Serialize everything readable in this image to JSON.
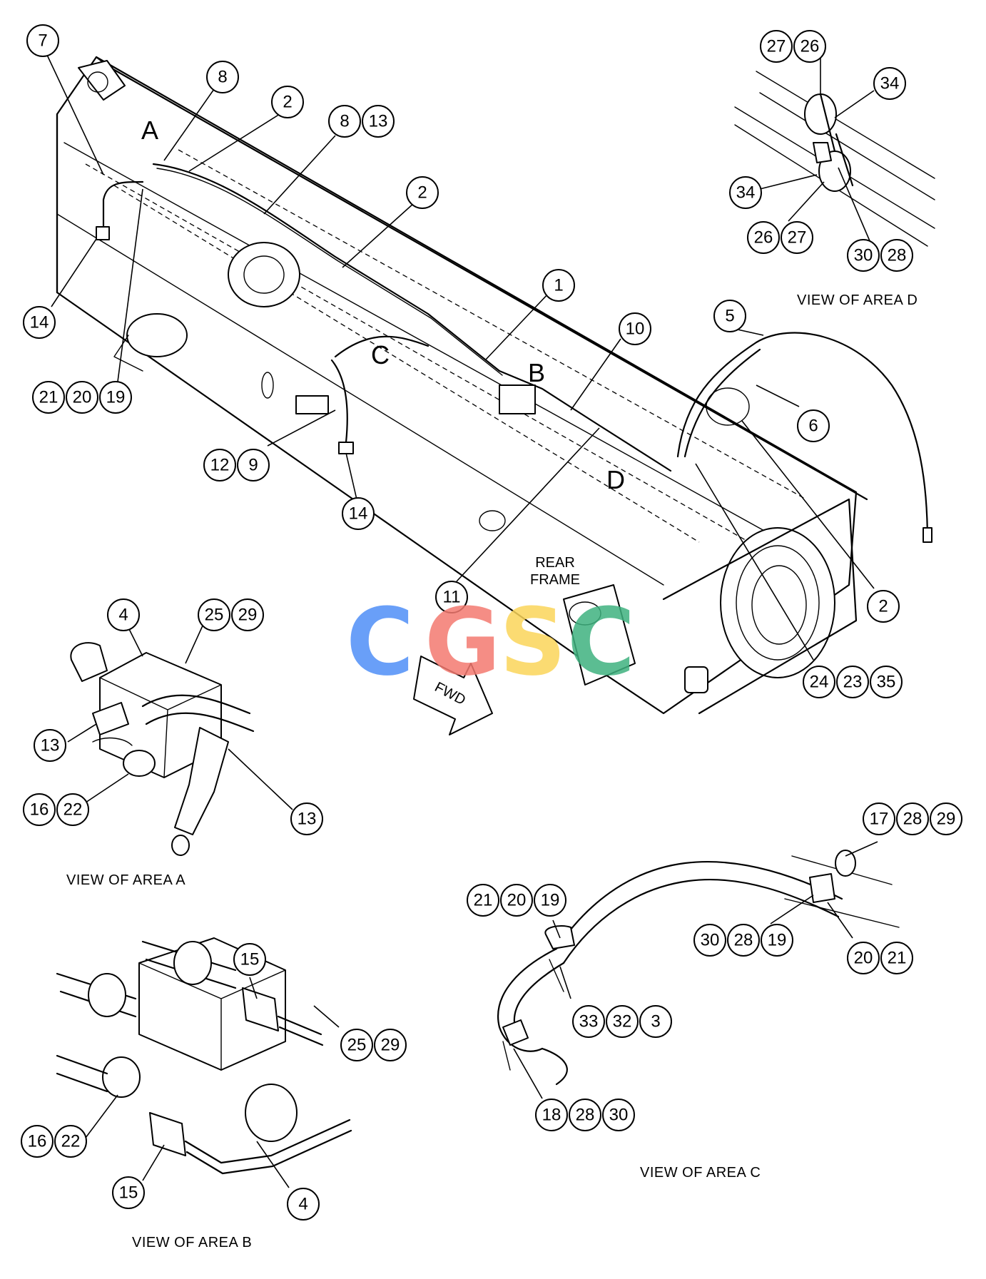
{
  "captions": {
    "area_a": "VIEW OF AREA A",
    "area_b": "VIEW OF AREA B",
    "area_c": "VIEW OF AREA C",
    "area_d": "VIEW OF AREA D"
  },
  "area_letters": {
    "a": "A",
    "b": "B",
    "c": "C",
    "d": "D"
  },
  "frame_label": {
    "line1": "REAR",
    "line2": "FRAME"
  },
  "fwd_label": "FWD",
  "watermark": {
    "text": "CGSC",
    "letters": [
      "C",
      "G",
      "S",
      "C"
    ],
    "colors": [
      "#4f8ff7",
      "#f47a70",
      "#fbd55a",
      "#3fb27f"
    ]
  },
  "callouts": {
    "main": [
      "7",
      "8",
      "2",
      "8",
      "13",
      "2",
      "1",
      "10",
      "5",
      "6",
      "2",
      "11",
      "14",
      "21",
      "20",
      "19",
      "12",
      "9",
      "14",
      "24",
      "23",
      "35"
    ],
    "area_d": [
      "27",
      "26",
      "34",
      "34",
      "26",
      "27",
      "30",
      "28"
    ],
    "area_a": [
      "4",
      "25",
      "29",
      "13",
      "16",
      "22",
      "13"
    ],
    "area_b": [
      "15",
      "25",
      "29",
      "16",
      "22",
      "15",
      "4"
    ],
    "area_c": [
      "17",
      "28",
      "29",
      "21",
      "20",
      "19",
      "30",
      "28",
      "19",
      "20",
      "21",
      "33",
      "32",
      "3",
      "18",
      "28",
      "30"
    ]
  }
}
